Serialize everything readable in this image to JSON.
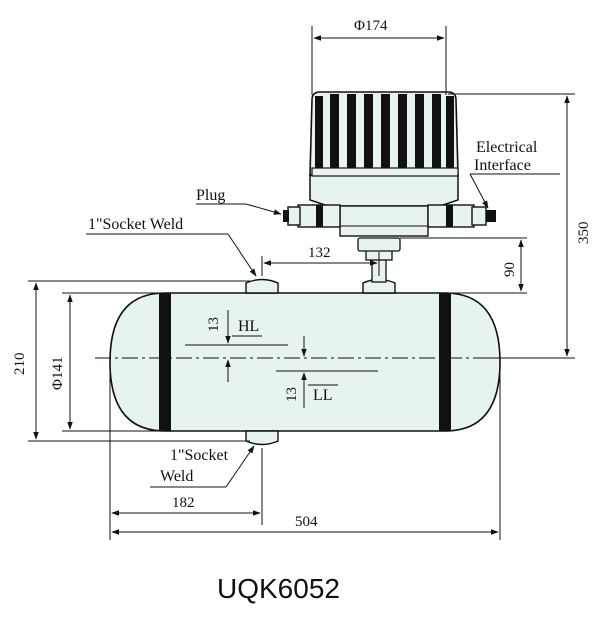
{
  "drawing": {
    "model": "UQK6052",
    "colors": {
      "body_fill": "#e7f3ee",
      "line": "#111111",
      "background": "#ffffff"
    },
    "labels": {
      "plug": "Plug",
      "electrical_interface_1": "Electrical",
      "electrical_interface_2": "Interface",
      "socket_weld_top": "1\"Socket  Weld",
      "socket_weld_bottom_1": "1\"Socket",
      "socket_weld_bottom_2": "Weld",
      "hl": "HL",
      "ll": "LL"
    },
    "dimensions": {
      "head_diameter": "Φ174",
      "overall_height": "350",
      "riser_height": "90",
      "nozzle_spacing": "132",
      "vessel_height": "210",
      "vessel_diameter": "Φ141",
      "hl_offset": "13",
      "ll_offset": "13",
      "bottom_nozzle_pos": "182",
      "overall_length": "504"
    }
  }
}
